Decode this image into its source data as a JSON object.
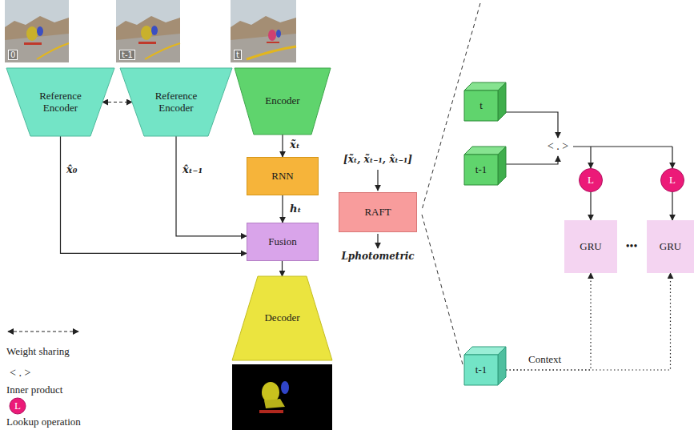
{
  "diagram": {
    "nodes": [
      {
        "text": [
          "Reference Encoder"
        ]
      },
      {
        "text": [
          "Reference Encoder"
        ]
      },
      {
        "text": [
          "Encoder"
        ]
      },
      {
        "text": [
          "RNN"
        ]
      },
      {
        "text": [
          "Fusion"
        ]
      },
      {
        "text": [
          "Decoder"
        ]
      },
      {
        "text": [
          "RAFT"
        ]
      },
      {
        "text": [
          "t"
        ]
      },
      {
        "text": [
          "t-1"
        ]
      },
      {
        "text": [
          "L"
        ]
      },
      {
        "text": [
          "L"
        ]
      },
      {
        "text": [
          "GRU"
        ]
      },
      {
        "text": [
          "GRU"
        ]
      },
      {
        "text": [
          "t-1"
        ]
      }
    ],
    "edges": [
      {
        "from": 0,
        "to": 1,
        "arrow": "both"
      },
      {
        "from": 0,
        "to": 4,
        "label": "x̂₀",
        "arrow": "to"
      },
      {
        "from": 1,
        "to": 4,
        "label": "x̂ₜ₋₁",
        "arrow": "to"
      },
      {
        "from": 2,
        "to": 3,
        "label": "x̃ₜ",
        "arrow": "to"
      },
      {
        "from": 3,
        "to": 4,
        "label": "hₜ",
        "arrow": "to"
      },
      {
        "from": 4,
        "to": 5,
        "arrow": "to"
      },
      {
        "from": 9,
        "to": 11,
        "arrow": "to"
      },
      {
        "from": 10,
        "to": 12,
        "arrow": "to"
      },
      {
        "from": 13,
        "to": 11,
        "label": "Context",
        "arrow": "to"
      },
      {
        "from": 13,
        "to": 12,
        "arrow": "to"
      }
    ],
    "labels": [
      "0",
      "t-1",
      "t",
      "[x̃ₜ, x̃ₜ₋₁, x̂ₜ₋₁]",
      "Lphotometric",
      "< . >",
      "•••",
      "< . >",
      "L"
    ],
    "legend": [
      {
        "text": "Weight sharing"
      },
      {
        "text": "Inner product"
      },
      {
        "text": "Lookup operation"
      }
    ]
  }
}
